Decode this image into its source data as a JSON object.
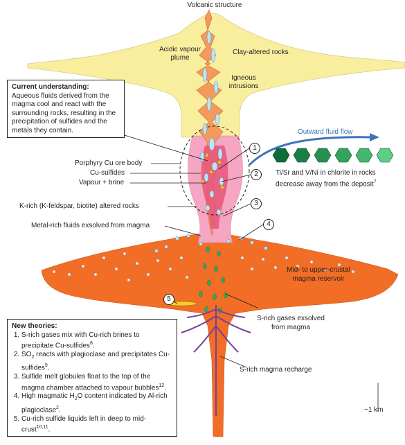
{
  "title": "Volcanic structure",
  "labels": {
    "acidic_vapour_plume": "Acidic vapour plume",
    "clay_altered_rocks": "Clay-altered rocks",
    "igneous_intrusions": "Igneous intrusions",
    "outward_fluid_flow": "Outward fluid flow",
    "chlorite_note_line1": "Ti/Sr and V/Ni in chlorite in rocks",
    "chlorite_note_line2": "decrease away from the deposit",
    "chlorite_note_ref": "7",
    "porphyry_cu": "Porphyry Cu ore body",
    "cu_sulfides": "Cu-sulfides",
    "vapour_brine": "Vapour + brine",
    "k_rich": "K-rich (K-feldspar, biotite) altered rocks",
    "metal_rich_fluids": "Metal-rich fluids exsolved from magma",
    "reservoir_line1": "Mid- to upper-crustal",
    "reservoir_line2": "magma reservoir",
    "s_rich_gases_line1": "S-rich gases exsolved",
    "s_rich_gases_line2": "from magma",
    "s_rich_recharge": "S-rich magma recharge",
    "scale": "~1 km"
  },
  "markers": [
    "1",
    "2",
    "3",
    "4",
    "5"
  ],
  "current_understanding": {
    "heading": "Current understanding:",
    "text": "Aqueous fluids derived from the magma cool and react with the surrounding rocks, resulting in the precipitation of sulfides and the metals they contain."
  },
  "new_theories": {
    "heading": "New theories:",
    "items": [
      {
        "pre": "S-rich gases mix with Cu-rich brines to precipitate Cu-sulfides",
        "ref": "8",
        "post": "."
      },
      {
        "pre": "SO",
        "sub": "2",
        "mid": " reacts with plagioclase and precipitates Cu-sulfides",
        "ref": "9",
        "post": "."
      },
      {
        "pre": "Sulfide melt globules float to the top of the magma chamber attached to vapour bubbles",
        "ref": "12",
        "post": "."
      },
      {
        "pre": "High magmatic H",
        "sub": "2",
        "mid": "O content indicated by Al-rich plagioclase",
        "ref": "2",
        "post": "."
      },
      {
        "pre": "Cu-rich sulfide liquids left in deep to mid-crust",
        "ref": "10,11",
        "post": "."
      }
    ]
  },
  "colors": {
    "clay": "#f8ee9e",
    "magma": "#f26d25",
    "intrusion": "#f6a27a",
    "k_rich": "#f4a6c2",
    "ore": "#e8557b",
    "bubble": "#bfe3f2",
    "green_drop": "#2fa860",
    "purple": "#7b3f98",
    "flow_arrow": "#3b74b8",
    "hex_dark": "#0f6b3a",
    "hex_light": "#5ccf85"
  }
}
